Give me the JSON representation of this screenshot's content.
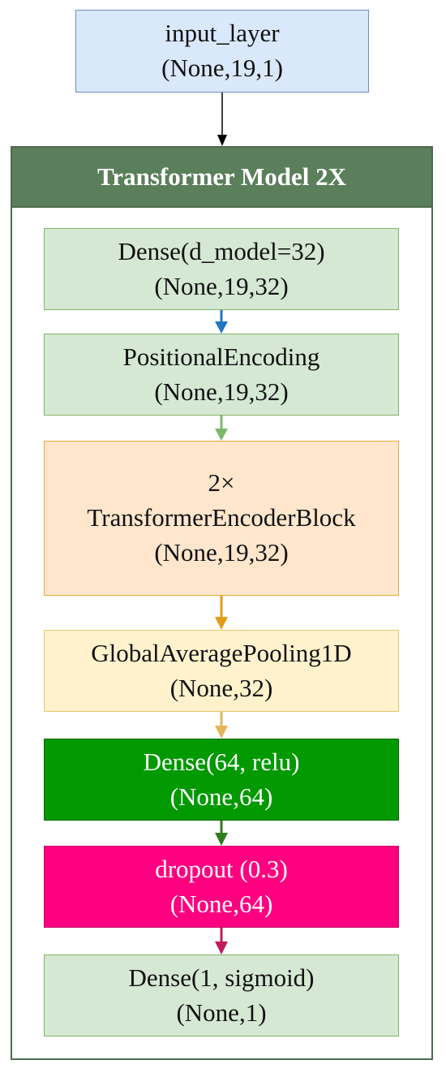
{
  "input_layer": {
    "title": "input_layer",
    "shape": "(None,19,1)"
  },
  "model": {
    "title": "Transformer Model 2X"
  },
  "layers": [
    {
      "lines": [
        "Dense(d_model=32)",
        "(None,19,32)"
      ]
    },
    {
      "lines": [
        "PositionalEncoding",
        "(None,19,32)"
      ]
    },
    {
      "lines": [
        "2×",
        "TransformerEncoderBlock",
        "(None,19,32)"
      ]
    },
    {
      "lines": [
        "GlobalAveragePooling1D",
        "(None,32)"
      ]
    },
    {
      "lines": [
        "Dense(64, relu)",
        "(None,64)"
      ]
    },
    {
      "lines": [
        "dropout (0.3)",
        "(None,64)"
      ]
    },
    {
      "lines": [
        "Dense(1, sigmoid)",
        "(None,1)"
      ]
    }
  ],
  "colors": {
    "arrow_input": "#000000",
    "arrow_1": "#1f77c4",
    "arrow_2": "#7ab86a",
    "arrow_3": "#e39b1a",
    "arrow_4": "#e6b45a",
    "arrow_5": "#2e7d1e",
    "arrow_6": "#c41a5a"
  }
}
